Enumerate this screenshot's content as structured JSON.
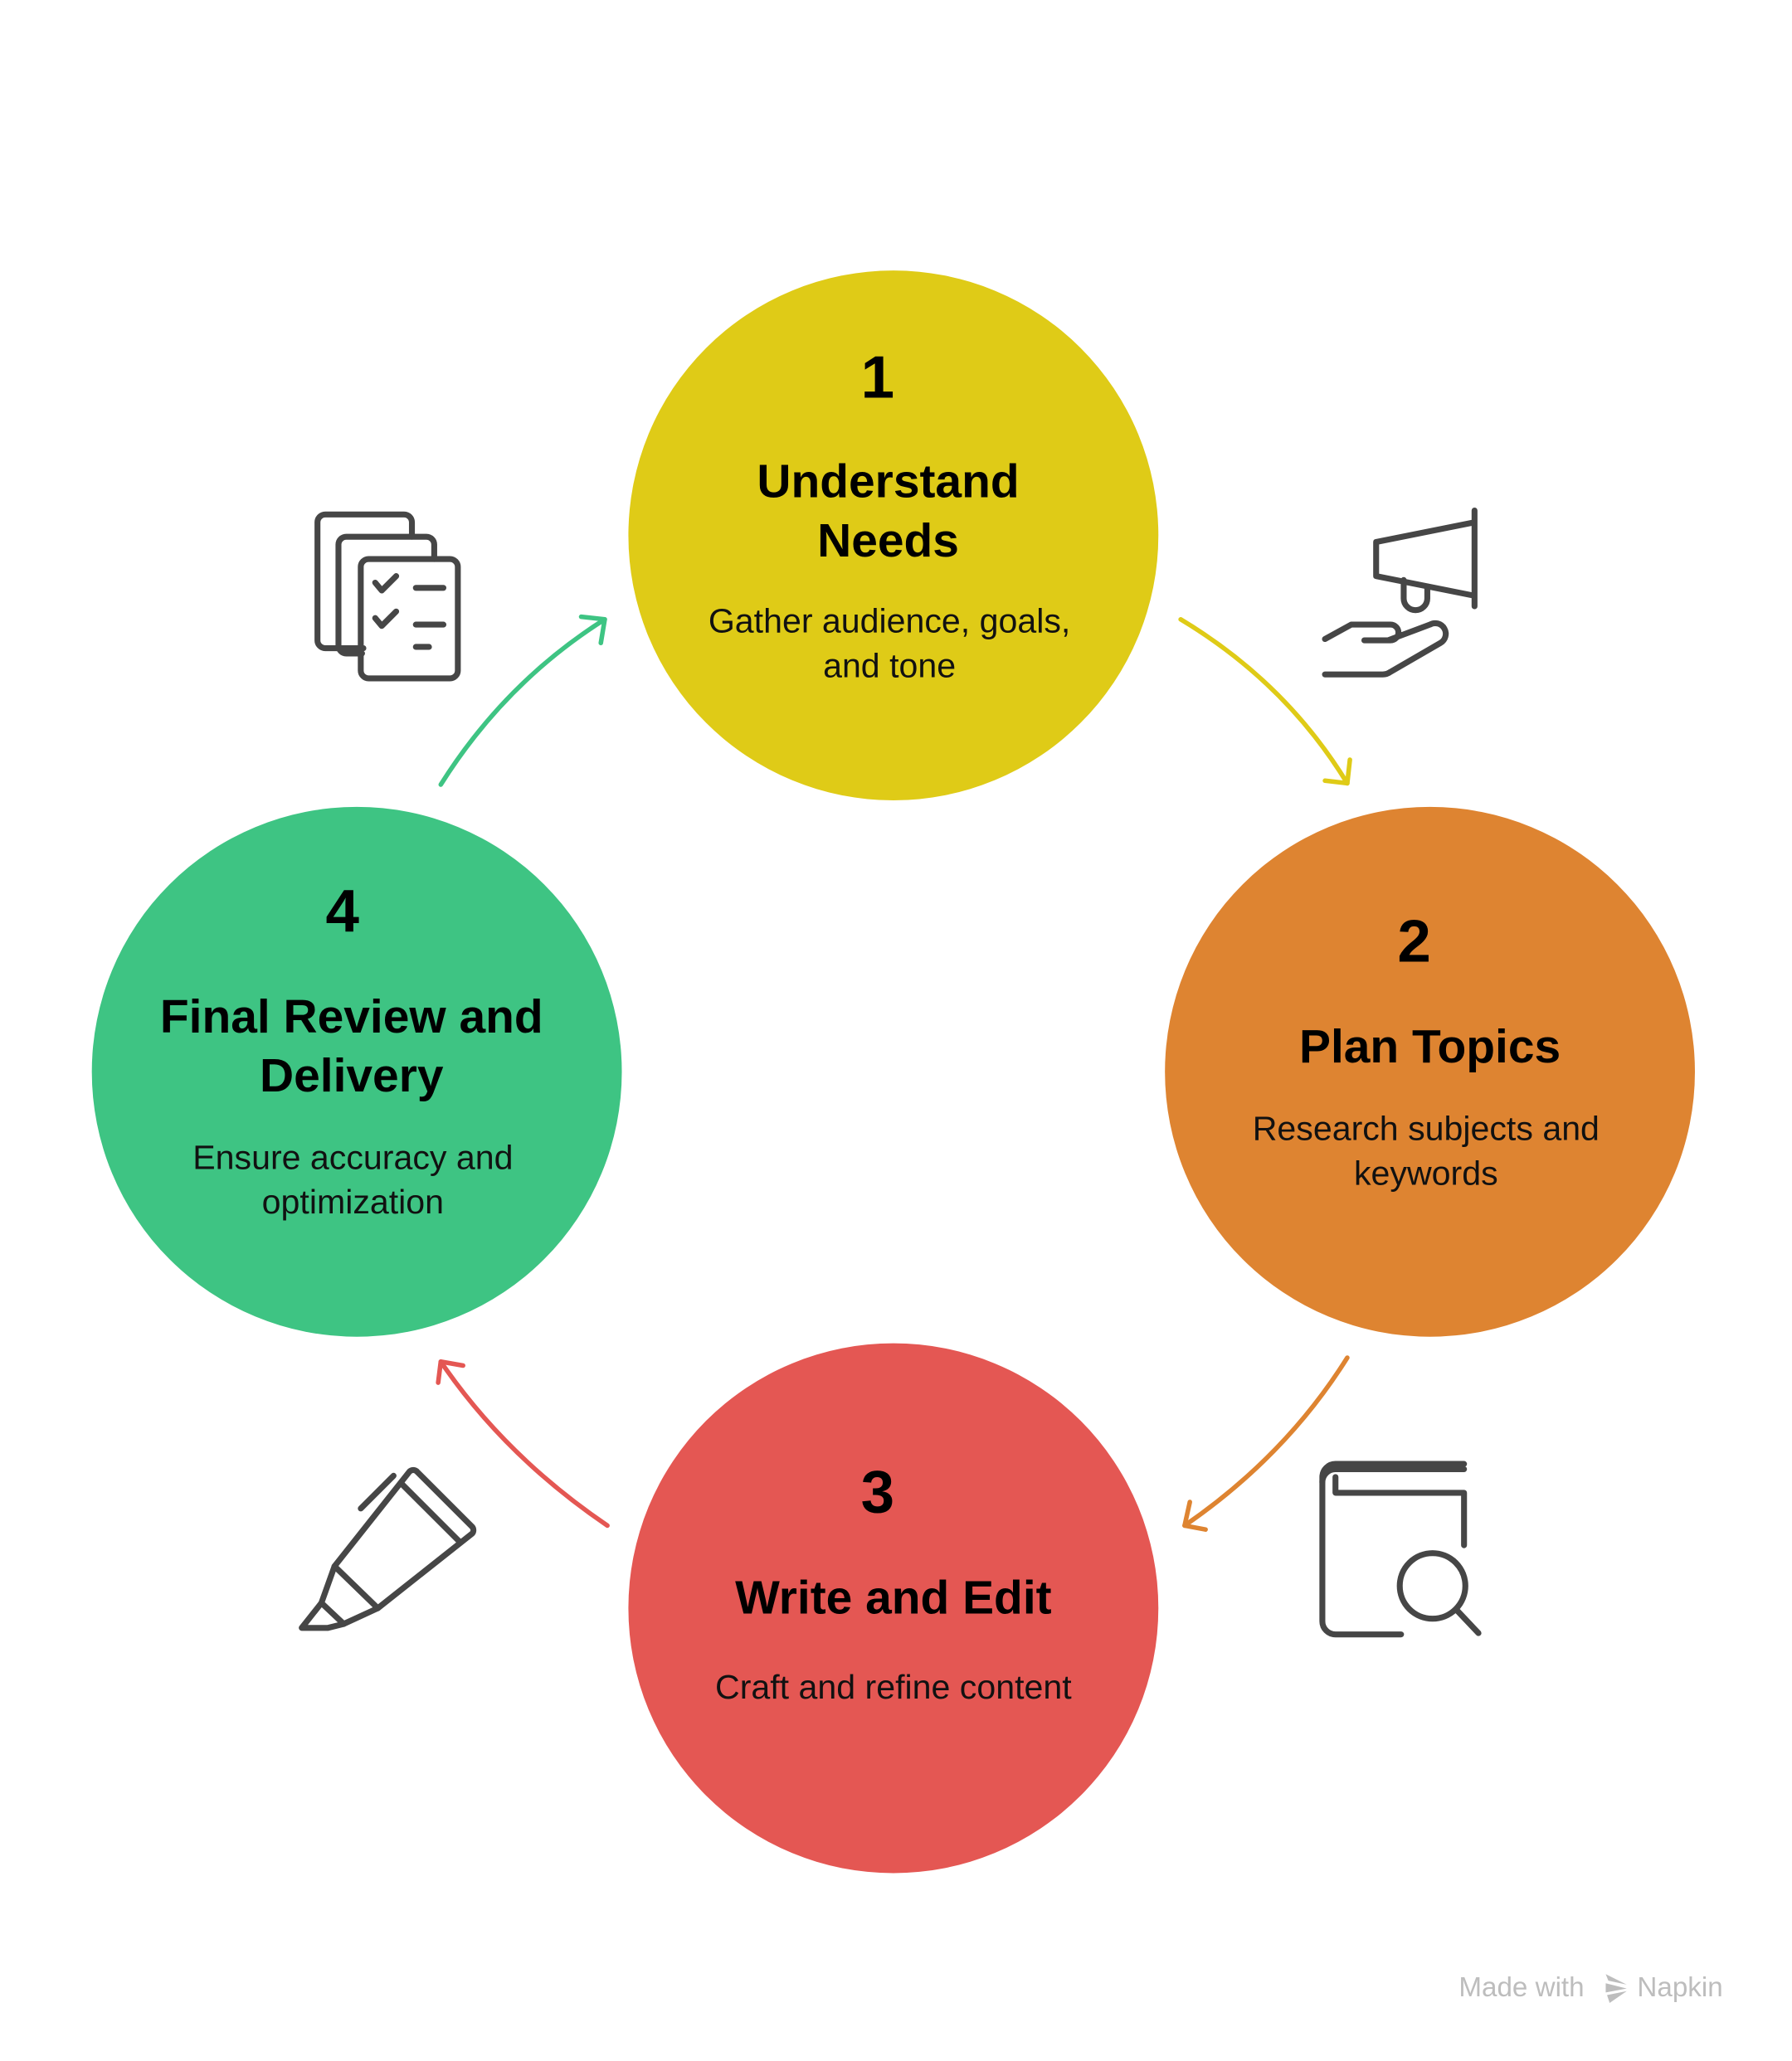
{
  "steps": [
    {
      "number": "1",
      "title": [
        "Understand",
        "Needs"
      ],
      "description": [
        "Gather audience, goals,",
        "and tone"
      ],
      "color": "#DFCB17",
      "icon": "megaphone-hand-icon"
    },
    {
      "number": "2",
      "title": [
        "Plan Topics"
      ],
      "description": [
        "Research subjects and",
        "keywords"
      ],
      "color": "#DE8431",
      "icon": "book-search-icon"
    },
    {
      "number": "3",
      "title": [
        "Write and Edit"
      ],
      "description": [
        "Craft and refine content"
      ],
      "color": "#E45753",
      "icon": "highlighter-pen-icon"
    },
    {
      "number": "4",
      "title": [
        "Final Review and",
        "Delivery"
      ],
      "description": [
        "Ensure accuracy and",
        "optimization"
      ],
      "color": "#3EC483",
      "icon": "checklist-documents-icon"
    }
  ],
  "watermark": {
    "prefix": "Made with",
    "brand": "Napkin"
  }
}
